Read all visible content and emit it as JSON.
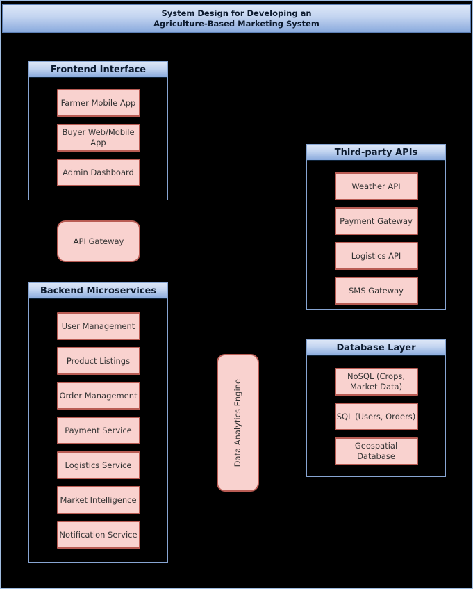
{
  "title": {
    "line1": "System Design for Developing an",
    "line2": "Agriculture-Based Marketing System"
  },
  "groups": [
    {
      "label": "Frontend Interface",
      "items": [
        "Farmer Mobile App",
        "Buyer Web/Mobile App",
        "Admin Dashboard"
      ]
    },
    {
      "label": "Backend Microservices",
      "items": [
        "User Management",
        "Product Listings",
        "Order Management",
        "Payment Service",
        "Logistics Service",
        "Market Intelligence",
        "Notification Service"
      ]
    },
    {
      "label": "Third-party APIs",
      "items": [
        "Weather API",
        "Payment Gateway",
        "Logistics API",
        "SMS Gateway"
      ]
    },
    {
      "label": "Database Layer",
      "items": [
        "NoSQL (Crops, Market Data)",
        "SQL (Users, Orders)",
        "Geospatial Database"
      ]
    }
  ],
  "nodes": {
    "api_gateway": "API Gateway",
    "data_analytics_engine": "Data Analytics Engine"
  },
  "colors": {
    "background": "#000000",
    "canvas_border": "#9fbce0",
    "node_fill": "#f9d2cf",
    "node_border": "#b95c54",
    "node_text": "#333333",
    "group_border": "#87a5d2",
    "header_gradient_top": "#dde7f7",
    "header_gradient_bottom": "#8aaadd",
    "header_text": "#0c1a2e"
  }
}
